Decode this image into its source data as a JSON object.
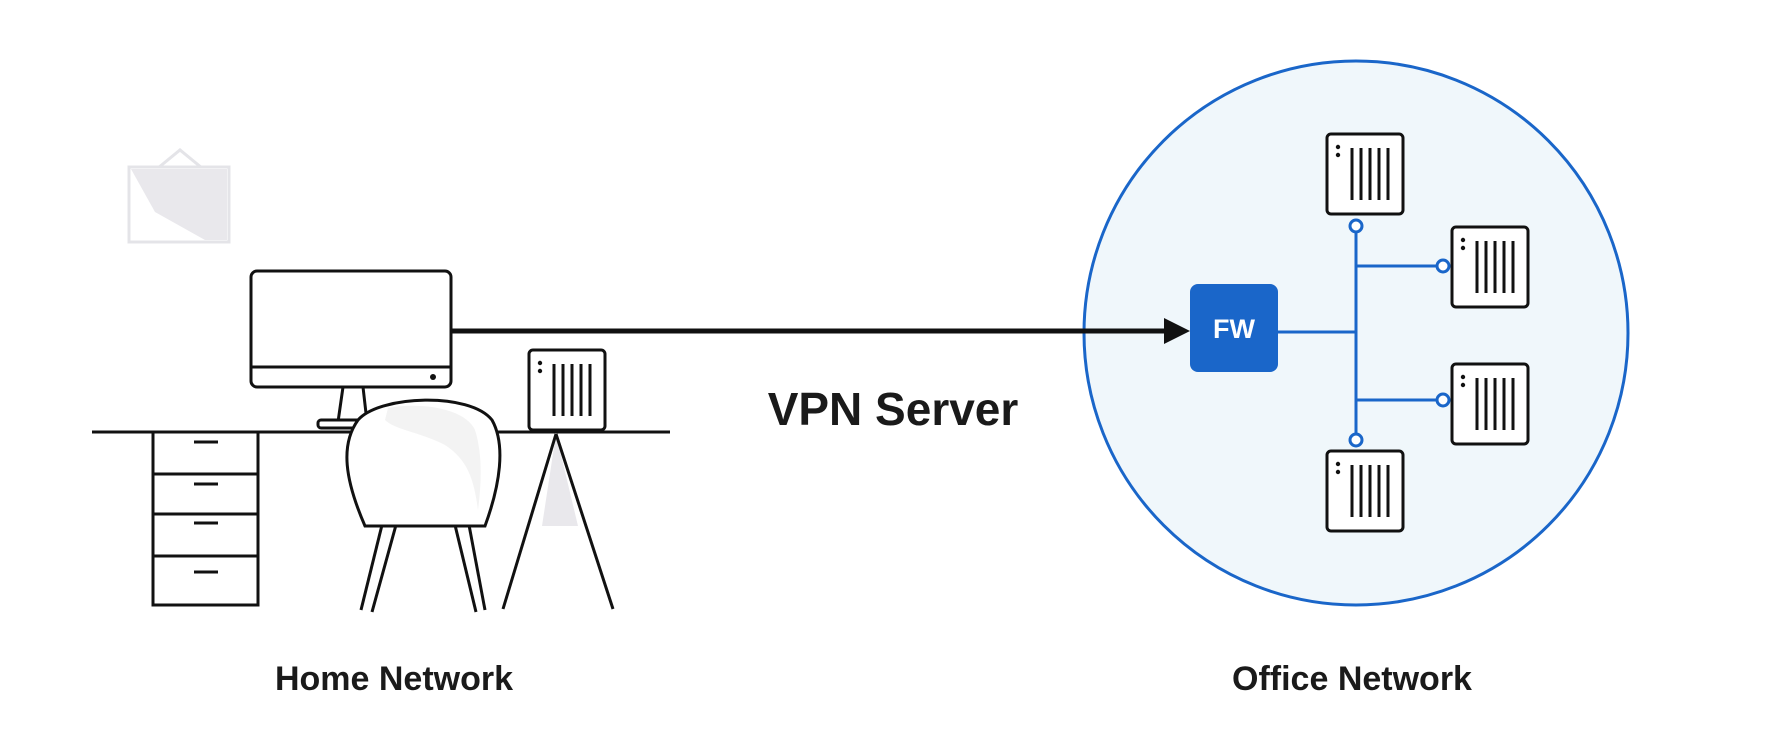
{
  "labels": {
    "vpn_server": "VPN Server",
    "home_network": "Home Network",
    "office_network": "Office Network",
    "firewall": "FW"
  },
  "colors": {
    "ink": "#111111",
    "accent_blue": "#1a66c9",
    "office_fill": "#f0f7fb",
    "muted_gray": "#e9e8ec",
    "wall_frame": "#e4e4e8"
  },
  "icons": [
    "desktop-monitor-icon",
    "desk-icon",
    "chair-icon",
    "server-icon",
    "wall-picture-icon",
    "firewall-icon",
    "arrow-icon"
  ]
}
